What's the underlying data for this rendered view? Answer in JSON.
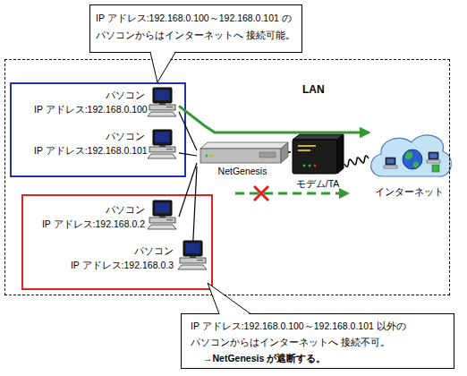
{
  "diagram": {
    "nodes": [
      {
        "text": [
          "IP アドレス:192.168.0.100～192.168.0.101 の パソコンからはインターネットへ 接続可能。"
        ]
      },
      {
        "text": [
          "LAN"
        ]
      },
      {
        "text": [
          "パソコン",
          "IP アドレス:192.168.0.100"
        ],
        "in": 1
      },
      {
        "text": [
          "パソコン",
          "IP アドレス:192.168.0.101"
        ],
        "in": 1
      },
      {
        "text": [
          "NetGenesis"
        ],
        "in": 1
      },
      {
        "text": [
          "モデム/TA"
        ],
        "in": 1
      },
      {
        "text": [
          "インターネット"
        ],
        "in": 1
      },
      {
        "text": [
          "パソコン",
          "IP アドレス:192.168.0.2"
        ],
        "in": 1
      },
      {
        "text": [
          "パソコン",
          "IP アドレス:192.168.0.3"
        ],
        "in": 1
      },
      {
        "text": [
          "IP アドレス:192.168.0.100～192.168.0.101 以外の パソコンからはインターネットへ 接続不可。",
          "→NetGenesis が遮断する。"
        ]
      }
    ],
    "edges": [
      {
        "from": 2,
        "to": 4,
        "arrow": "none"
      },
      {
        "from": 3,
        "to": 4,
        "arrow": "none"
      },
      {
        "from": 7,
        "to": 4,
        "arrow": "none"
      },
      {
        "from": 8,
        "to": 4,
        "arrow": "none"
      },
      {
        "from": 4,
        "to": 5,
        "arrow": "none"
      },
      {
        "from": 5,
        "to": 6,
        "arrow": "none"
      },
      {
        "from": 2,
        "to": 6,
        "arrow": "to"
      }
    ]
  }
}
